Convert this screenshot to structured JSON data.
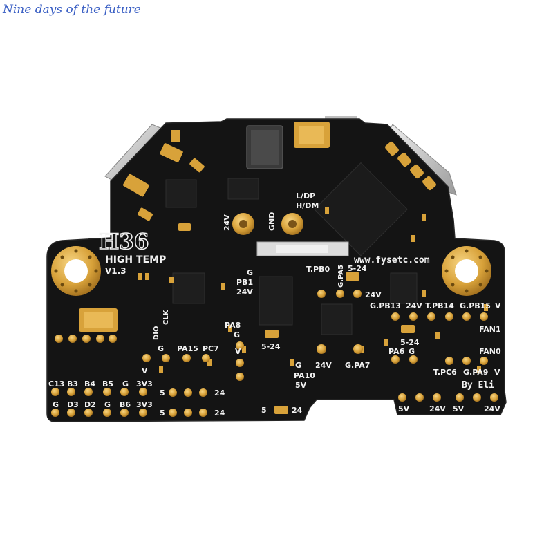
{
  "watermark": "Nine days of the future",
  "board": {
    "model": "H36",
    "subtitle": "HIGH TEMP",
    "version": "V1.3",
    "website": "www.fysetc.com",
    "author": "By Eli",
    "colors": {
      "pcb": "#141414",
      "gold": "#d8a23a",
      "silk": "#f2f2f2",
      "connector": "#c9c9c9"
    },
    "labels": {
      "v24_top": "24V",
      "gnd_top": "GND",
      "ldp": "L/DP",
      "hdm": "H/DM",
      "tpb0": "T.PB0",
      "gpa5": "G.PA5",
      "range_top": "5-24",
      "v24_pa5": "24V",
      "g_pb1": "G",
      "pb1": "PB1",
      "v24_pb1": "24V",
      "dio": "DIO",
      "clk": "CLK",
      "g_pa15": "G",
      "pa15": "PA15",
      "pc7": "PC7",
      "v_left": "V",
      "pa8": "PA8",
      "g_pa8": "G",
      "v_pa8": "V",
      "range_mid": "5-24",
      "g_pa10": "G",
      "pa10": "PA10",
      "v5_pa10": "5V",
      "v24_pa7": "24V",
      "gpa7": "G.PA7",
      "gpb13": "G.PB13",
      "v24_right": "24V",
      "tpb14": "T.PB14",
      "gpb15": "G.PB15",
      "v_pb15": "V",
      "fan1": "FAN1",
      "range_right": "5-24",
      "pa6": "PA6",
      "g_pa6": "G",
      "fan0": "FAN0",
      "tpc6": "T.PC6",
      "gpa9": "G.PA9",
      "v_fan0": "V",
      "row1": [
        "C13",
        "B3",
        "B4",
        "B5",
        "G",
        "3V3"
      ],
      "row2": [
        "G",
        "D3",
        "D2",
        "G",
        "B6",
        "3V3"
      ],
      "row_a_start": "5",
      "row_a_end": "24",
      "row_b_start": "5",
      "row_b_end": "24",
      "row_c_start": "5",
      "row_c_end": "24",
      "bottom_right": [
        "5V",
        "24V",
        "5V",
        "24V"
      ]
    }
  }
}
